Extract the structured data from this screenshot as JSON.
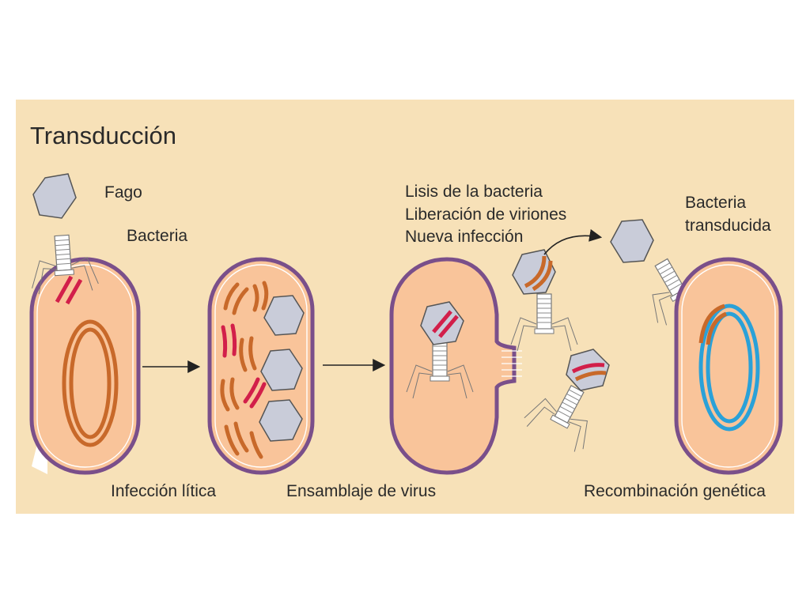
{
  "title": "Transducción",
  "labels": {
    "fago": "Fago",
    "bacteria": "Bacteria",
    "lisis_line1": "Lisis de la bacteria",
    "lisis_line2": "Liberación de viriones",
    "lisis_line3": "Nueva infección",
    "transducida_line1": "Bacteria",
    "transducida_line2": "transducida"
  },
  "steps": {
    "step1": "Infección lítica",
    "step2": "Ensamblaje de virus",
    "step3": "Recombinación genética"
  },
  "colors": {
    "background": "#f7e1b8",
    "cell_fill": "#f9c49a",
    "cell_membrane": "#7a4f8a",
    "bacterial_dna": "#c8692a",
    "phage_dna": "#d21f4a",
    "recombinant_dna": "#2aa1d8",
    "phage_head": "#c9ccd9"
  }
}
